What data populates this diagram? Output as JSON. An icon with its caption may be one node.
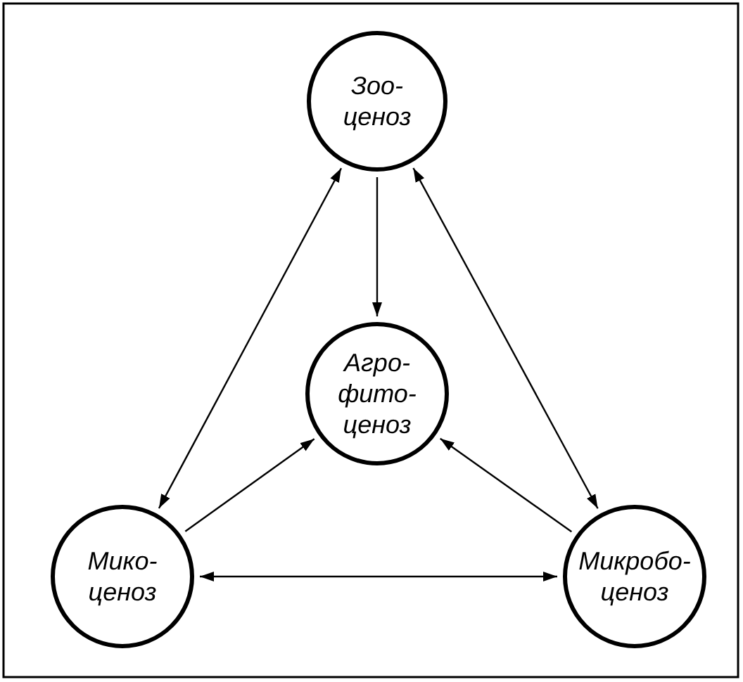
{
  "diagram": {
    "nodes": [
      {
        "text": [
          "Зоо- ценоз"
        ]
      },
      {
        "text": [
          "Агро- фито- ценоз"
        ]
      },
      {
        "text": [
          "Мико- ценоз"
        ]
      },
      {
        "text": [
          "Микробо- ценоз"
        ]
      }
    ],
    "edges": [
      {
        "from": 0,
        "to": 1,
        "arrow": "to"
      },
      {
        "from": 0,
        "to": 2,
        "arrow": "both"
      },
      {
        "from": 0,
        "to": 3,
        "arrow": "both"
      },
      {
        "from": 2,
        "to": 1,
        "arrow": "to"
      },
      {
        "from": 3,
        "to": 1,
        "arrow": "to"
      },
      {
        "from": 2,
        "to": 3,
        "arrow": "both"
      }
    ]
  }
}
